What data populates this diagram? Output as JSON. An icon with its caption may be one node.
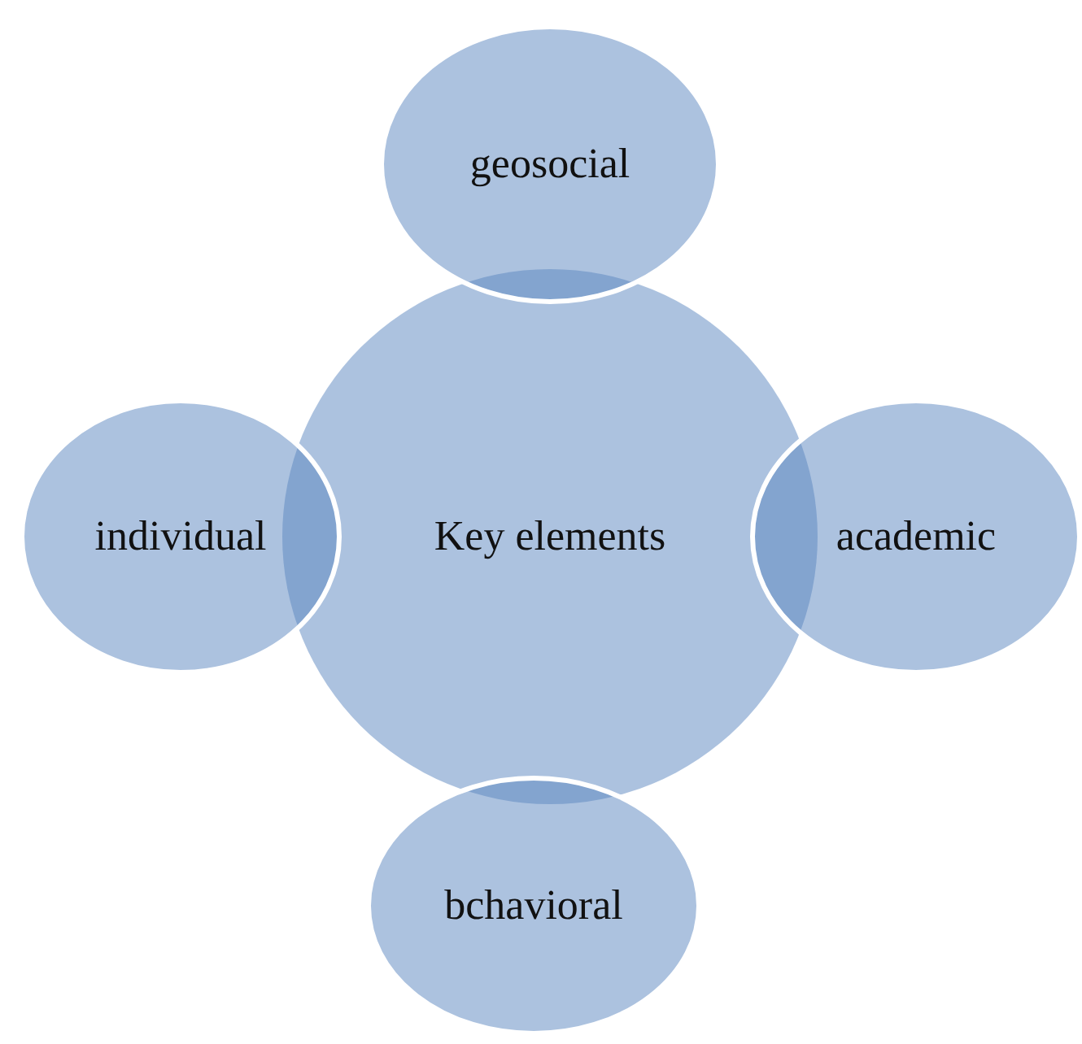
{
  "diagram": {
    "nodes": [
      {
        "text": [
          "Key elements"
        ]
      },
      {
        "text": [
          "geosocial"
        ]
      },
      {
        "text": [
          "individual"
        ]
      },
      {
        "text": [
          "academic"
        ]
      },
      {
        "text": [
          "bchavioral"
        ]
      }
    ]
  }
}
